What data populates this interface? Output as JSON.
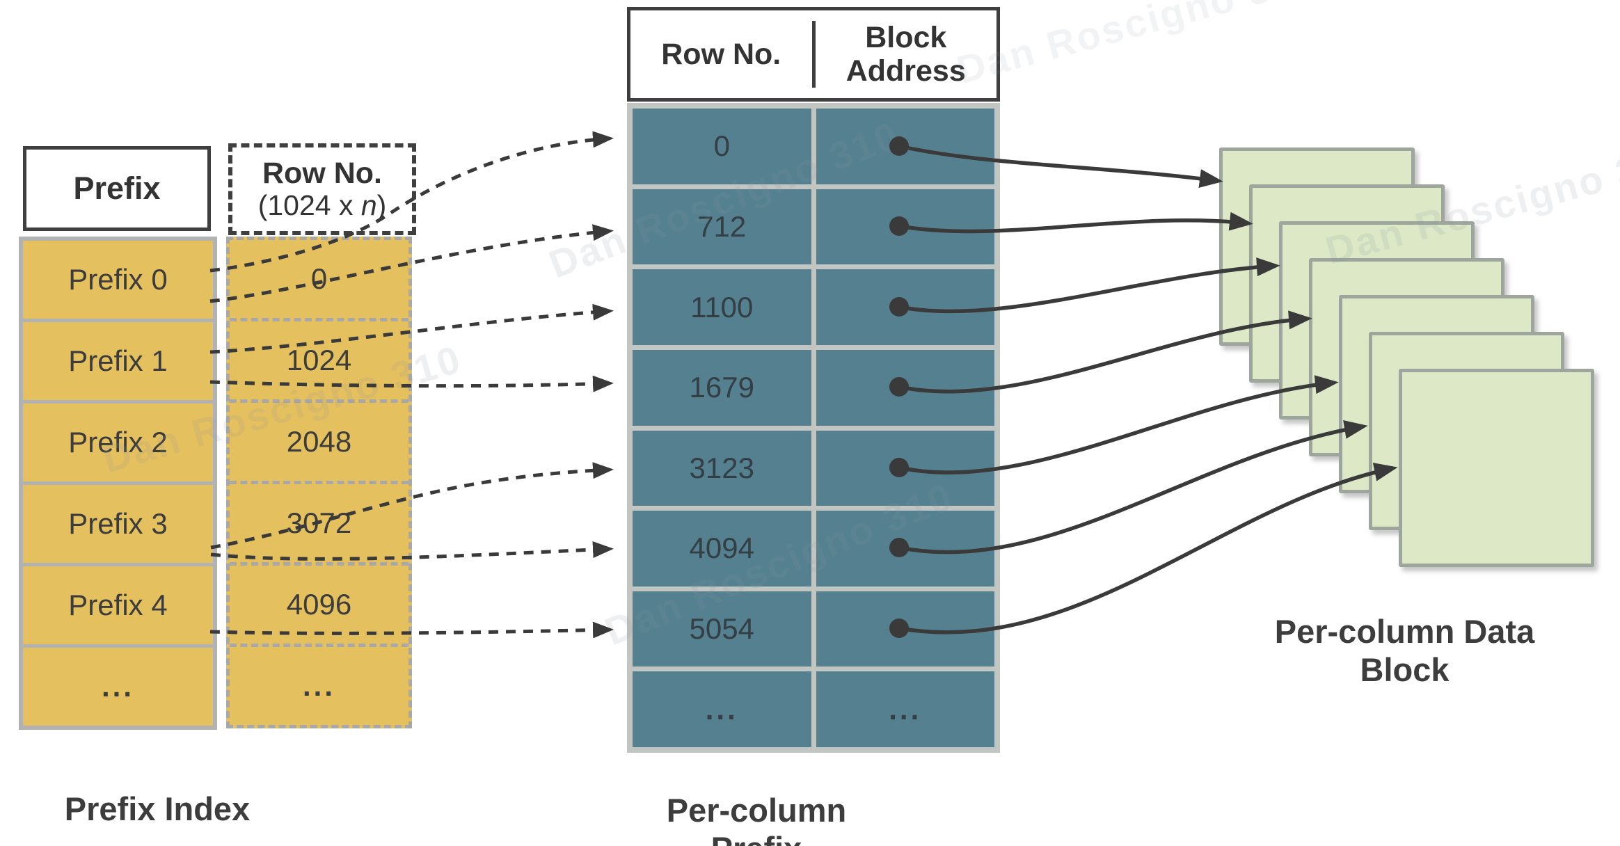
{
  "watermark": {
    "text": "Dan Roscigno 310"
  },
  "prefix_index": {
    "header": "Prefix",
    "rows": [
      "Prefix 0",
      "Prefix 1",
      "Prefix 2",
      "Prefix 3",
      "Prefix 4",
      "..."
    ],
    "caption": "Prefix Index"
  },
  "row_no_column": {
    "title": "Row No.",
    "formula_open": "(1024 x ",
    "formula_var": "n",
    "formula_close": ")",
    "values": [
      "0",
      "1024",
      "2048",
      "3072",
      "4096",
      "..."
    ]
  },
  "per_column_prefix": {
    "caption": "Per-column Prefix",
    "columns": [
      "Row No.",
      "Block Address"
    ],
    "row_numbers": [
      "0",
      "712",
      "1100",
      "1679",
      "3123",
      "4094",
      "5054",
      "..."
    ],
    "ellipsis": "..."
  },
  "data_block": {
    "caption": "Per-column Data Block",
    "count": 7
  },
  "connections": {
    "prefix_to_row_no": [
      {
        "from": "Prefix 0",
        "to": "0"
      },
      {
        "from": "Prefix 0",
        "to": "712"
      },
      {
        "from": "Prefix 1",
        "to": "1100"
      },
      {
        "from": "Prefix 1",
        "to": "1679"
      },
      {
        "from": "Prefix 3",
        "to": "3123"
      },
      {
        "from": "Prefix 3",
        "to": "4094"
      },
      {
        "from": "Prefix 4",
        "to": "5054"
      }
    ],
    "row_no_to_block": [
      {
        "from": "0",
        "to_block": 0
      },
      {
        "from": "712",
        "to_block": 1
      },
      {
        "from": "1100",
        "to_block": 2
      },
      {
        "from": "1679",
        "to_block": 3
      },
      {
        "from": "3123",
        "to_block": 4
      },
      {
        "from": "4094",
        "to_block": 5
      },
      {
        "from": "5054",
        "to_block": 6
      }
    ]
  },
  "colors": {
    "prefix_fill": "#e5c05e",
    "table_fill": "#54808f",
    "block_fill": "#dce8c6",
    "arrow": "#3a3a3a"
  }
}
